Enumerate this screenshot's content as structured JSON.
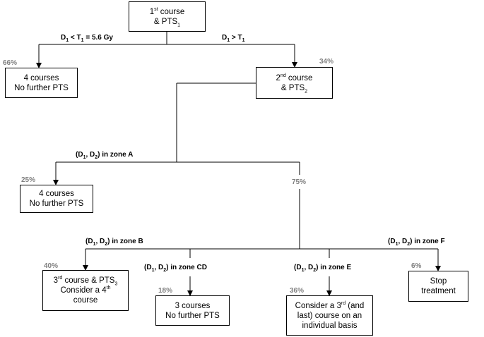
{
  "boxes": {
    "b1": {
      "line1": {
        "pre": "1",
        "sup": "st",
        "post": " course"
      },
      "line2": {
        "pre": "& PTS",
        "sub": "1"
      }
    },
    "b2": {
      "line1": "4 courses",
      "line2": "No further PTS"
    },
    "b3": {
      "line1": {
        "pre": "2",
        "sup": "nd",
        "post": " course"
      },
      "line2": {
        "pre": "& PTS",
        "sub": "2"
      }
    },
    "b4": {
      "line1": "4 courses",
      "line2": "No further PTS"
    },
    "b5": {
      "line1": {
        "pre": "3",
        "sup": "rd",
        "post": " course & PTS",
        "sub": "3"
      },
      "line2": {
        "pre": "Consider a 4",
        "sup": "th"
      },
      "line3": "course"
    },
    "b6": {
      "line1": "3 courses",
      "line2": "No further PTS"
    },
    "b7": {
      "line1": {
        "pre": "Consider a 3",
        "sup": "rd",
        "post": " (and"
      },
      "line2": "last) course on an",
      "line3": "individual basis"
    },
    "b8": {
      "line1": "Stop",
      "line2": "treatment"
    }
  },
  "labels": {
    "d1_lt_t1": {
      "a": "D",
      "a_sub": "1",
      "b": " < T",
      "b_sub": "1",
      "c": " = 5.6 Gy"
    },
    "d1_gt_t1": {
      "a": "D",
      "a_sub": "1",
      "b": " > T",
      "b_sub": "1"
    },
    "zone_a": {
      "a": "(D",
      "a_sub": "1",
      "b": ", D",
      "b_sub": "2",
      "c": ") in zone A"
    },
    "zone_b": {
      "a": "(D",
      "a_sub": "1",
      "b": ", D",
      "b_sub": "2",
      "c": ") in zone B"
    },
    "zone_cd": {
      "a": "(D",
      "a_sub": "1",
      "b": ", D",
      "b_sub": "2",
      "c": ") in zone CD"
    },
    "zone_e": {
      "a": "(D",
      "a_sub": "1",
      "b": ", D",
      "b_sub": "2",
      "c": ") in zone E"
    },
    "zone_f": {
      "a": "(D",
      "a_sub": "1",
      "b": ", D",
      "b_sub": "2",
      "c": ") in zone F"
    }
  },
  "percentages": {
    "p66": "66%",
    "p34": "34%",
    "p25": "25%",
    "p75": "75%",
    "p40": "40%",
    "p18": "18%",
    "p36": "36%",
    "p6": "6%"
  }
}
